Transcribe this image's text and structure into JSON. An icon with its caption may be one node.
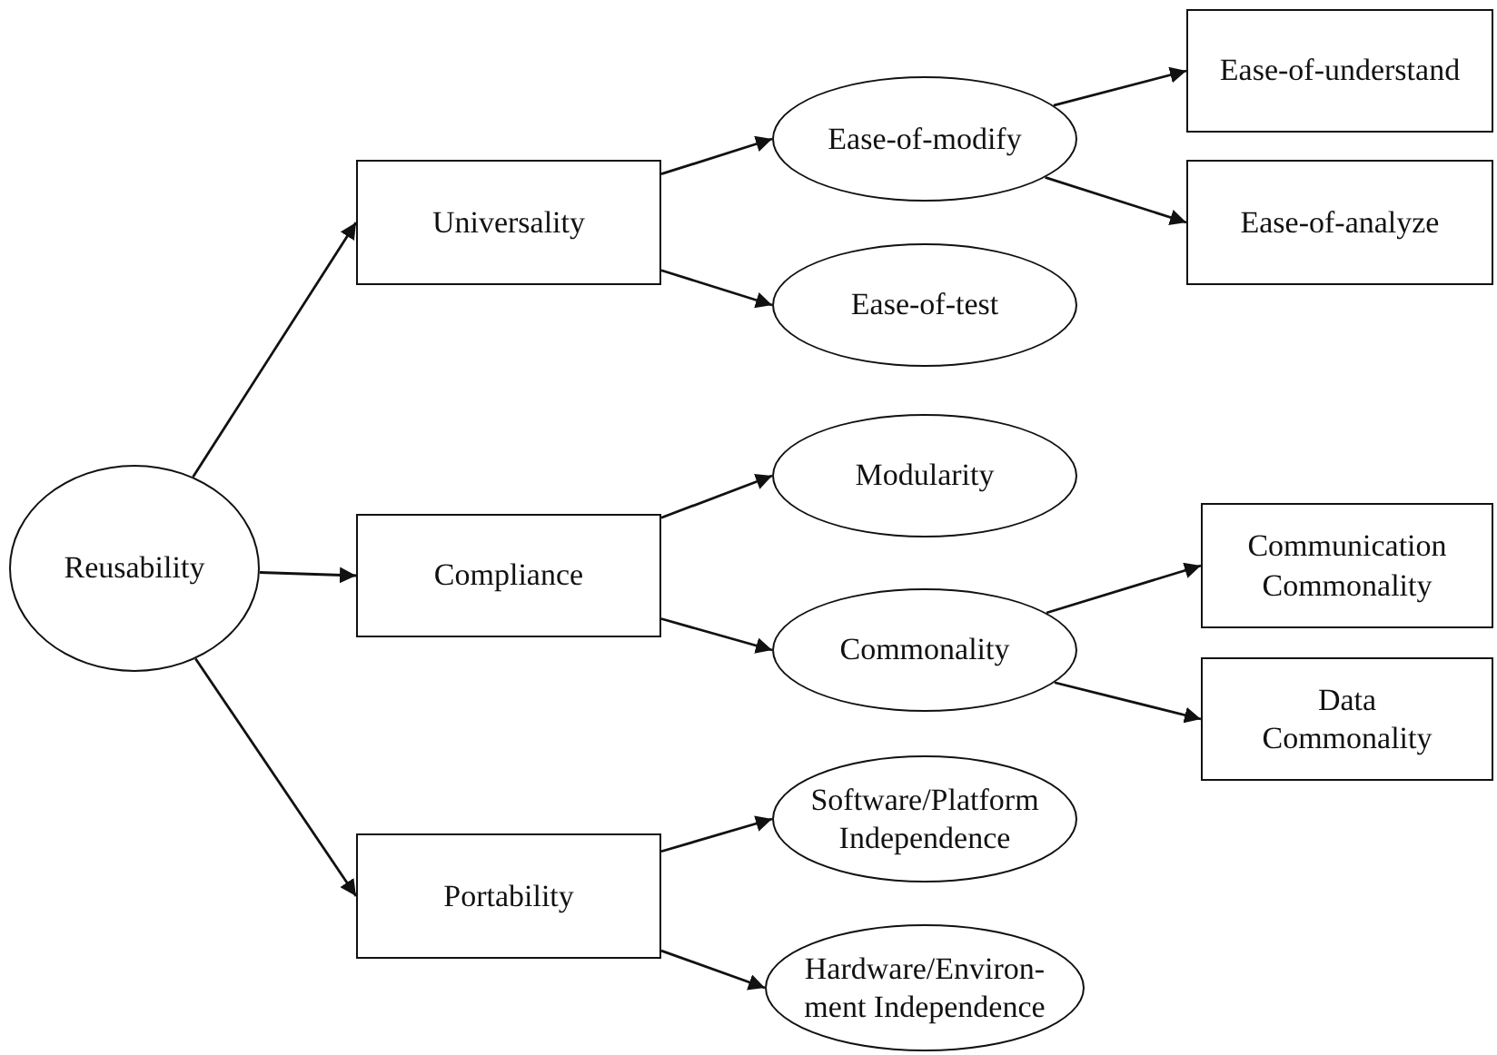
{
  "diagram": {
    "nodes": [
      {
        "text": [
          "Reusability"
        ]
      },
      {
        "text": [
          "Universality"
        ]
      },
      {
        "text": [
          "Compliance"
        ]
      },
      {
        "text": [
          "Portability"
        ]
      },
      {
        "text": [
          "Ease-of-modify"
        ]
      },
      {
        "text": [
          "Ease-of-test"
        ]
      },
      {
        "text": [
          "Modularity"
        ]
      },
      {
        "text": [
          "Commonality"
        ]
      },
      {
        "text": [
          "Software/Platform Independence"
        ]
      },
      {
        "text": [
          "Hardware/Environ- ment Independence"
        ]
      },
      {
        "text": [
          "Ease-of-understand"
        ]
      },
      {
        "text": [
          "Ease-of-analyze"
        ]
      },
      {
        "text": [
          "Communication Commonality"
        ]
      },
      {
        "text": [
          "Data Commonality"
        ]
      }
    ],
    "edges": [
      {
        "from": 0,
        "to": 1,
        "arrow": "to"
      },
      {
        "from": 0,
        "to": 2,
        "arrow": "to"
      },
      {
        "from": 0,
        "to": 3,
        "arrow": "to"
      },
      {
        "from": 1,
        "to": 4,
        "arrow": "to"
      },
      {
        "from": 1,
        "to": 5,
        "arrow": "to"
      },
      {
        "from": 4,
        "to": 10,
        "arrow": "to"
      },
      {
        "from": 4,
        "to": 11,
        "arrow": "to"
      },
      {
        "from": 2,
        "to": 6,
        "arrow": "to"
      },
      {
        "from": 2,
        "to": 7,
        "arrow": "to"
      },
      {
        "from": 7,
        "to": 12,
        "arrow": "to"
      },
      {
        "from": 7,
        "to": 13,
        "arrow": "to"
      },
      {
        "from": 3,
        "to": 8,
        "arrow": "to"
      },
      {
        "from": 3,
        "to": 9,
        "arrow": "to"
      }
    ]
  }
}
